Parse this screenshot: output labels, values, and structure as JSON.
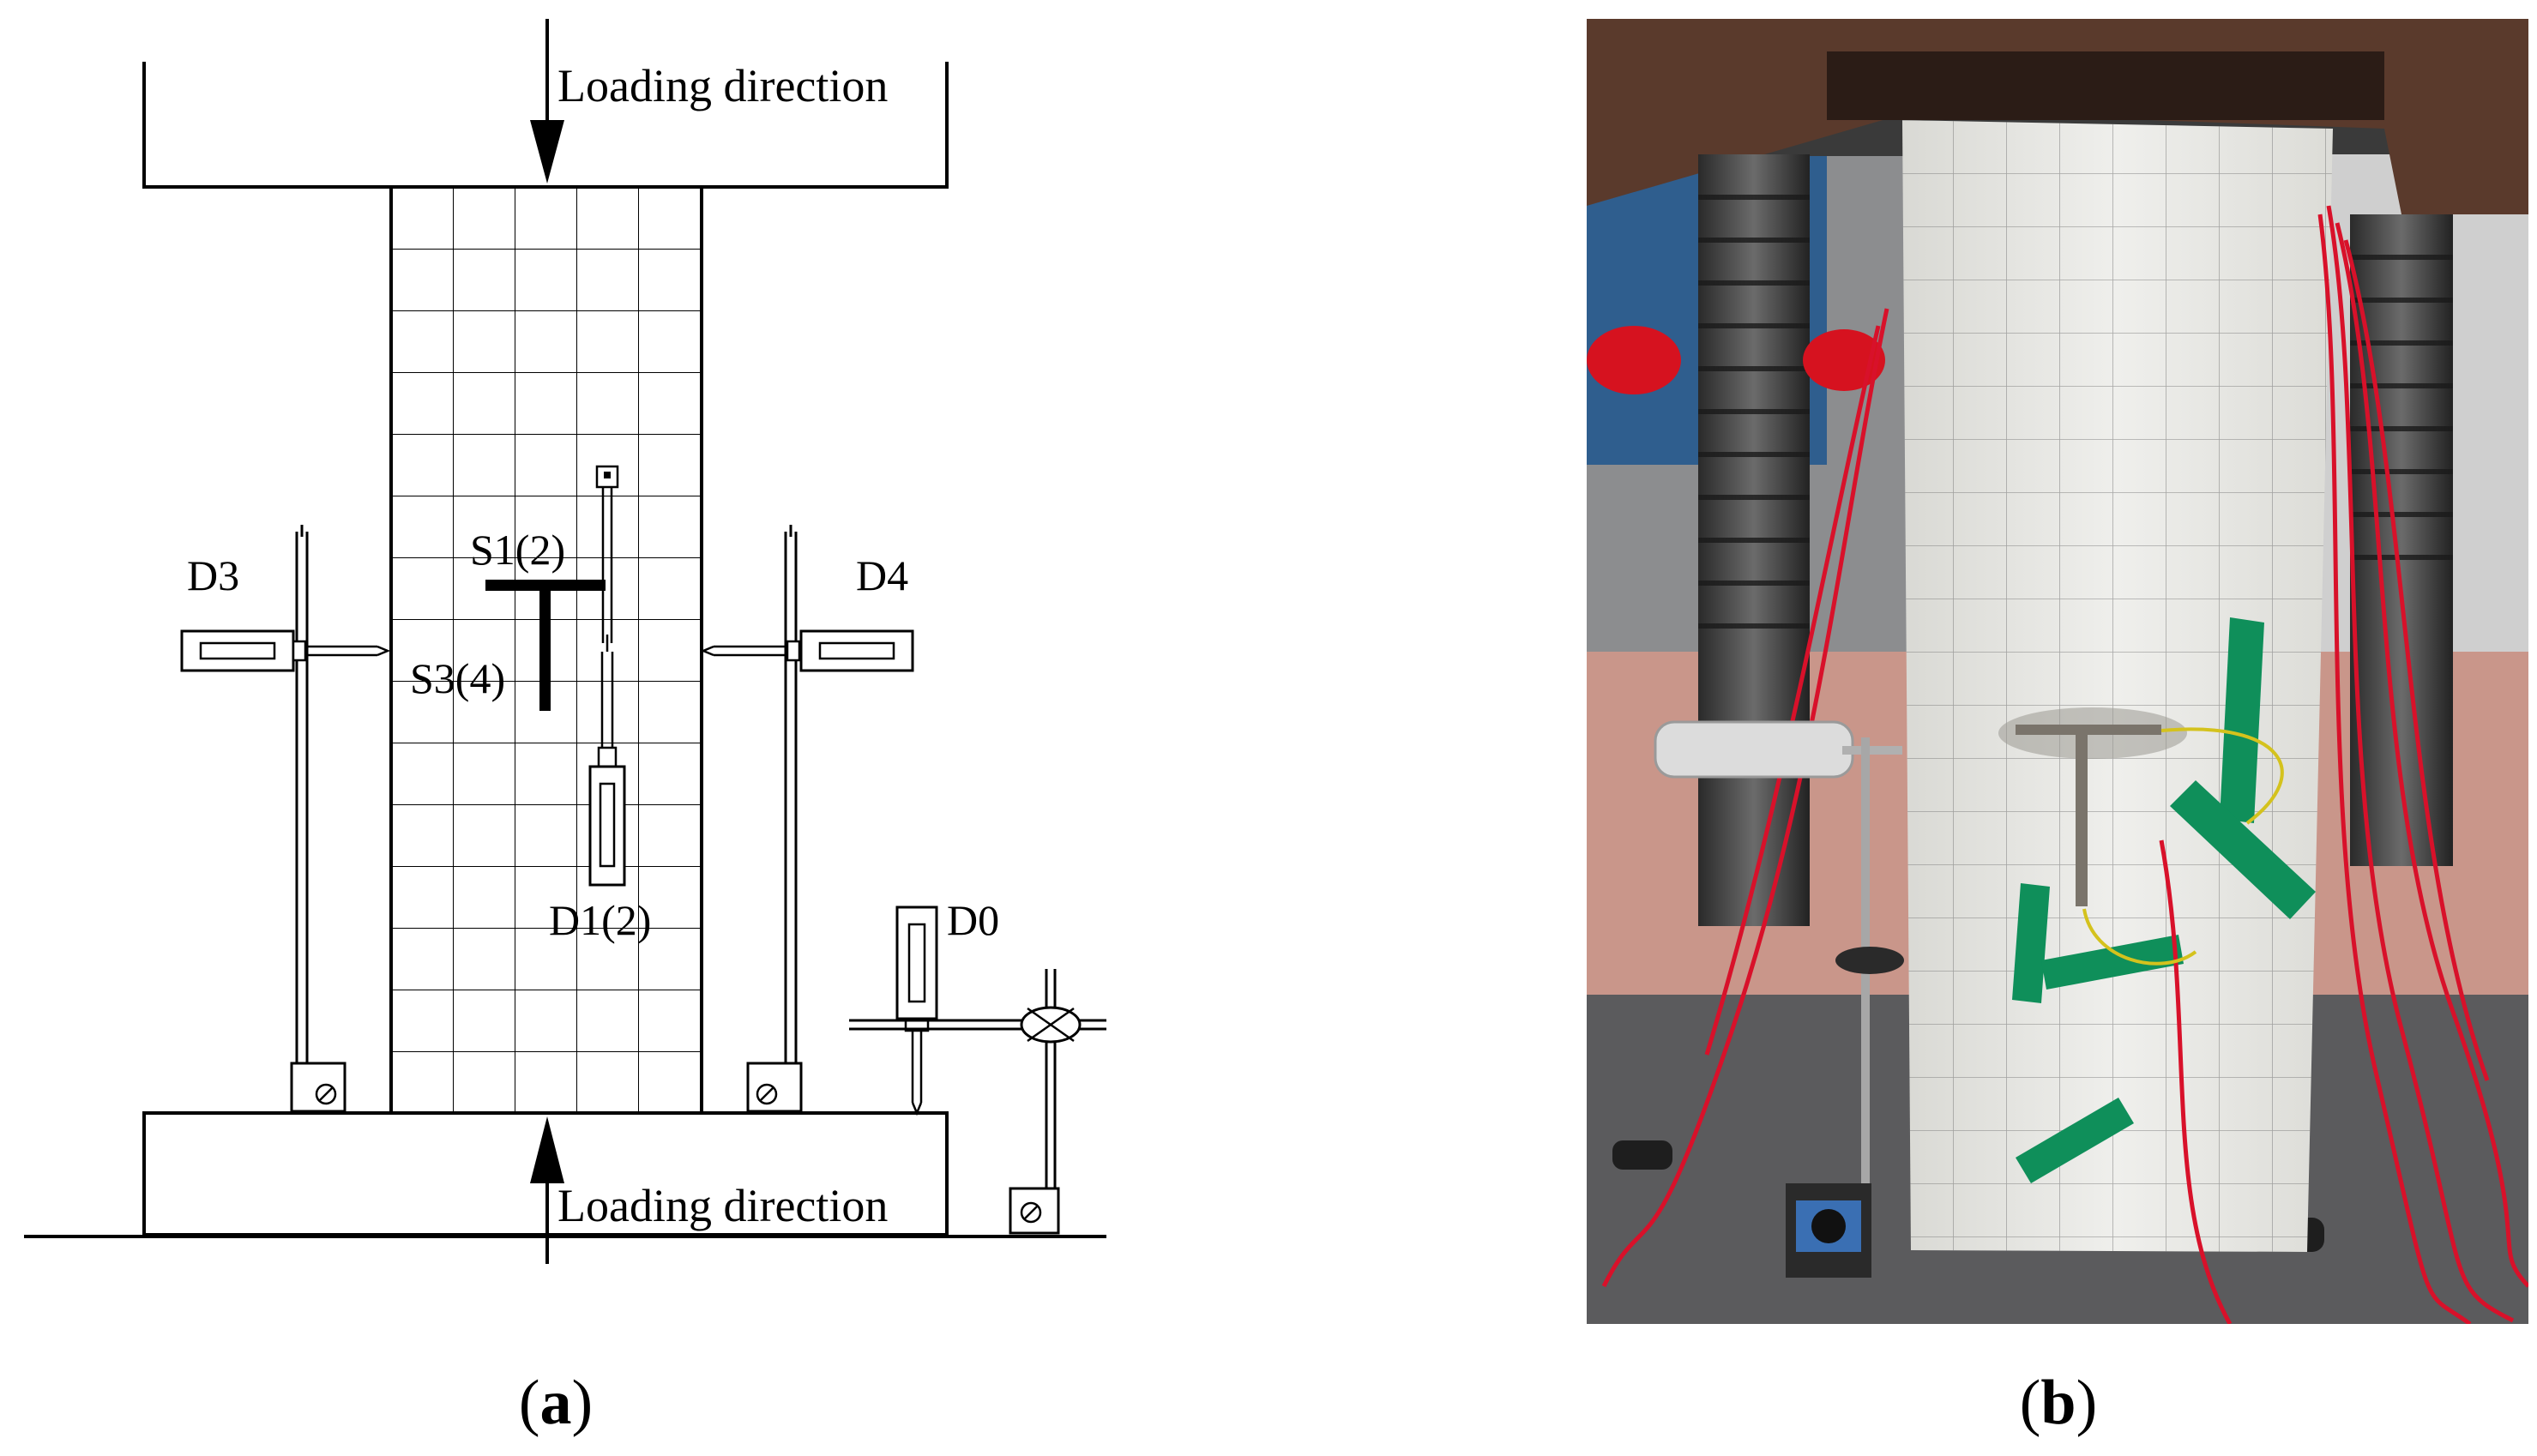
{
  "panel_a": {
    "caption_open": "(",
    "caption_letter": "a",
    "caption_close": ")",
    "top_load_label": "Loading direction",
    "bottom_load_label": "Loading direction",
    "gauge_d3": "D3",
    "gauge_d4": "D4",
    "gauge_d0": "D0",
    "gauge_d1": "D1(2)",
    "strain_s1": "S1(2)",
    "strain_s3": "S3(4)"
  },
  "panel_b": {
    "caption_open": "(",
    "caption_letter": "b",
    "caption_close": ")"
  },
  "colors": {
    "line": "#000000",
    "background": "#ffffff",
    "specimen": "#e9e9e6",
    "steel_plate": "#5a3a2c",
    "tape": "#0f8f5a",
    "wire": "#d8112a",
    "floor": "#c9968a"
  }
}
